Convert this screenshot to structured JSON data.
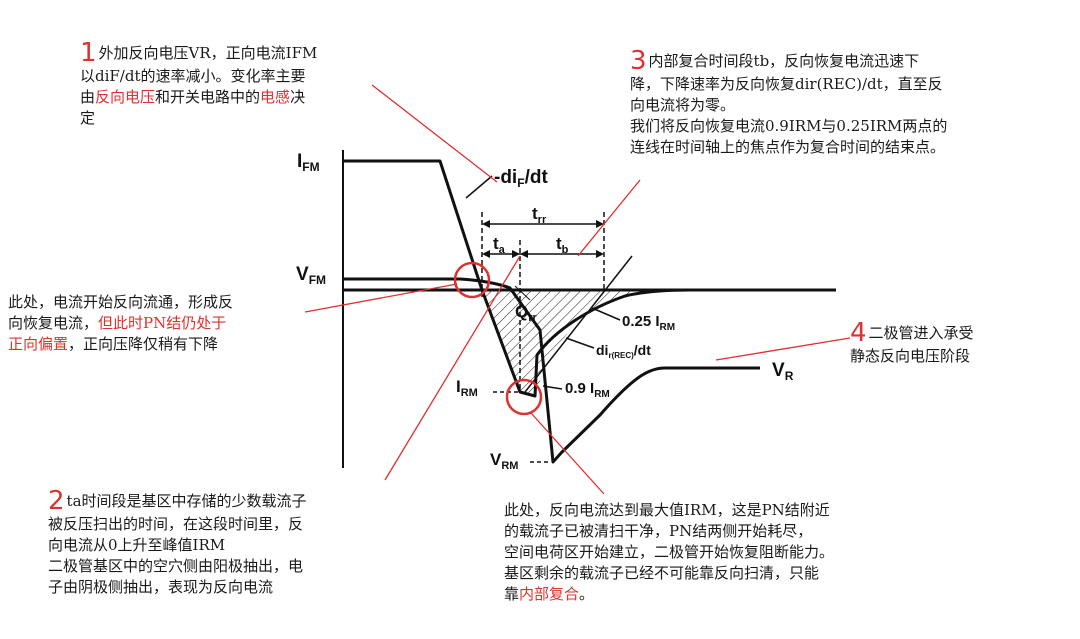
{
  "annotations": {
    "a1": {
      "number": "1",
      "line1_pre": "外加反向电压VR，正向电流IFM",
      "line2": "以diF/dt的速率减小。变化率主要",
      "line3_pre": "由",
      "line3_red1": "反向电压",
      "line3_mid": "和开关电路中的",
      "line3_red2": "电感",
      "line3_post": "决",
      "line4": "定"
    },
    "a3": {
      "number": "3",
      "line1": "内部复合时间段tb，反向恢复电流迅速下",
      "line2": "降，下降速率为反向恢复dir(REC)/dt，直至反",
      "line3": "向电流将为零。",
      "line4": "我们将反向恢复电流0.9IRM与0.25IRM两点的",
      "line5": "连线在时间轴上的焦点作为复合时间的结束点。"
    },
    "left": {
      "line1": "此处，电流开始反向流通，形成反",
      "line2_pre": "向恢复电流，",
      "line2_red": "但此时PN结仍处于",
      "line3_red": "正向偏置",
      "line3_post": "，正向压降仅稍有下降"
    },
    "a4": {
      "number": "4",
      "line1": "二极管进入承受",
      "line2": "静态反向电压阶段"
    },
    "a2": {
      "number": "2",
      "line1": "ta时间段是基区中存储的少数载流子",
      "line2": "被反压扫出的时间，在这段时间里，反",
      "line3": "向电流从0上升至峰值IRM",
      "line4": "二极管基区中的空穴侧由阳极抽出，电",
      "line5": "子由阴极侧抽出，表现为反向电流"
    },
    "bottom": {
      "line1": "此处，反向电流达到最大值IRM，这是PN结附近",
      "line2": "的载流子已被清扫干净，PN结两侧开始耗尽，",
      "line3": "空间电荷区开始建立，二极管开始恢复阻断能力。",
      "line4": "基区剩余的载流子已经不可能靠反向扫清，只能",
      "line5_pre": "靠",
      "line5_red": "内部复合",
      "line5_post": "。"
    }
  },
  "diagram_labels": {
    "ifm": "I",
    "ifm_sub": "FM",
    "vfm": "V",
    "vfm_sub": "FM",
    "irm": "I",
    "irm_sub": "RM",
    "vrm": "V",
    "vrm_sub": "RM",
    "vr": "V",
    "vr_sub": "R",
    "dif_dt": "-di",
    "dif_dt_sub": "F",
    "dif_dt_post": "/dt",
    "trr": "t",
    "trr_sub": "rr",
    "ta": "t",
    "ta_sub": "a",
    "tb": "t",
    "tb_sub": "b",
    "qrr": "Q",
    "qrr_sub": "rr",
    "p025": "0.25 I",
    "p025_sub": "RM",
    "p09": "0.9 I",
    "p09_sub": "RM",
    "dirrec": "di",
    "dirrec_sub": "r(REC)",
    "dirrec_post": "/dt"
  },
  "colors": {
    "accent_red": "#e03030",
    "curve": "#111111"
  }
}
